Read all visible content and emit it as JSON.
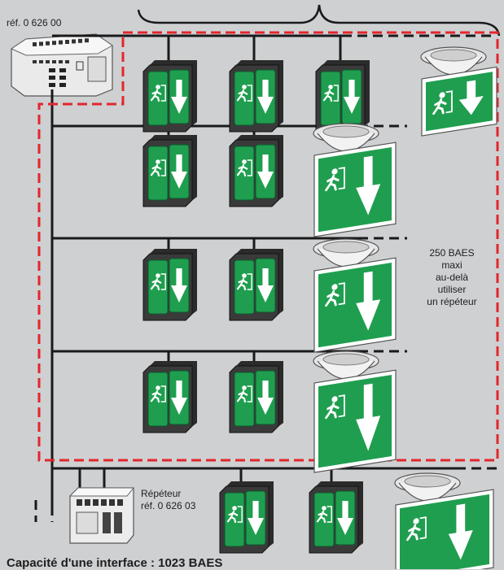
{
  "labels": {
    "interface_ref": "réf. 0 626 00",
    "note_lines": [
      "250 BAES",
      "maxi",
      "au-delà",
      "utiliser",
      "un répéteur"
    ],
    "repeater_name": "Répéteur",
    "repeater_ref": "réf. 0 626 03",
    "capacity": "Capacité d'une interface : 1023 BAES"
  },
  "colors": {
    "background": "#cfd0d2",
    "wire": "#1a1a1a",
    "boundary": "#e3262d",
    "sign_green": "#1f9e4f",
    "sign_dark_green": "#0c5a2d"
  }
}
